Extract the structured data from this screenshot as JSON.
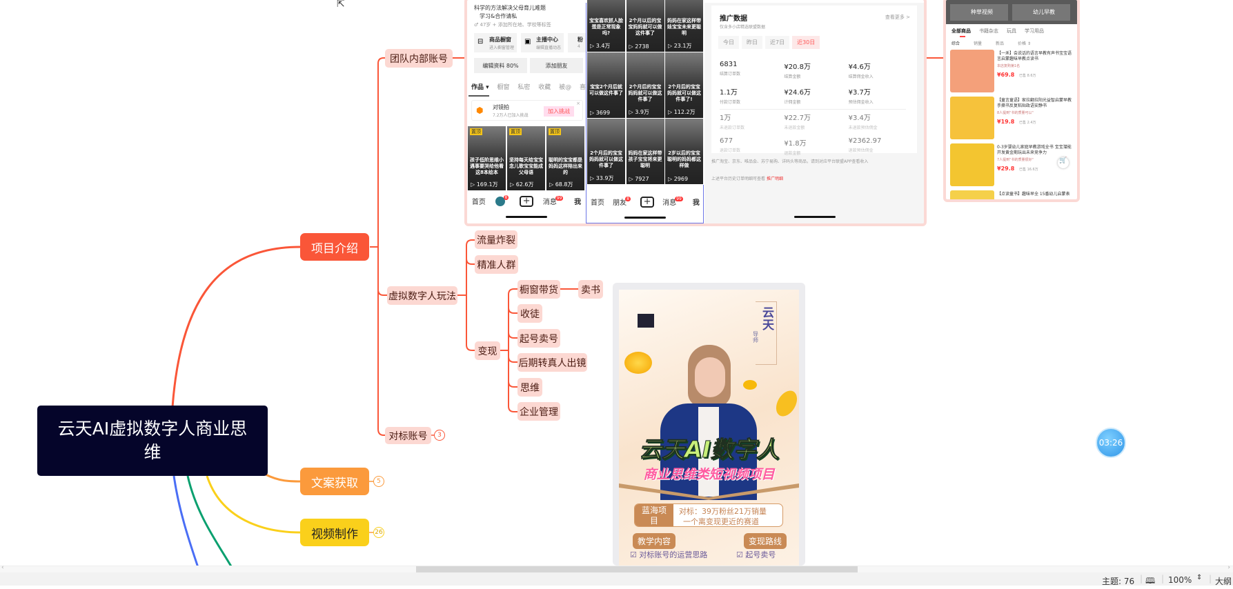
{
  "mindmap": {
    "root": "云天AI虚拟数字人商业思维",
    "main_topics": [
      {
        "label": "项目介绍",
        "color": "#fa5638"
      },
      {
        "label": "文案获取",
        "color": "#fb9a3c",
        "badge": "5"
      },
      {
        "label": "视频制作",
        "color": "#fad01b",
        "badge": "26"
      }
    ],
    "branch_colors": {
      "red": "#fa5638",
      "orange": "#fb9a3c",
      "yellow": "#fad01b",
      "green": "#0ba06f",
      "blue": "#4a6ef5"
    },
    "intro_children": [
      {
        "label": "团队内部账号"
      },
      {
        "label": "虚拟数字人玩法"
      },
      {
        "label": "对标账号",
        "badge": "3"
      }
    ],
    "play_children": [
      "流量炸裂",
      "精准人群",
      "变现"
    ],
    "monetize_children": [
      "橱窗带货",
      "收徒",
      "起号卖号",
      "后期转真人出镜",
      "思维",
      "企业管理"
    ],
    "showcase_child": "卖书"
  },
  "phone_left": {
    "bio1": "科学的方法解决父母育儿难题",
    "bio2": "学习&合作请私",
    "tags": "♂ 47岁  + 添加所在地、学校等标签",
    "cards": [
      {
        "title": "商品橱窗",
        "sub": "进入橱窗管理"
      },
      {
        "title": "主播中心",
        "sub": "编辑直播动态"
      },
      {
        "title": "粉",
        "sub": "4"
      }
    ],
    "edit_btn": "编辑资料 80%",
    "add_btn": "添加朋友",
    "tabs": [
      "作品 ▾",
      "橱窗",
      "私密",
      "收藏",
      "被@",
      "喜"
    ],
    "challenge": {
      "title": "对镜拍",
      "sub": "7.2万人已加入挑战",
      "btn": "加入挑战"
    },
    "pinned_label": "置顶",
    "videos": [
      {
        "caption": "孩子低阶思维小遇事要哭给他看这8本绘本",
        "count": "169.1万"
      },
      {
        "caption": "坚持每天给宝宝念儿歌宝宝能成父母语",
        "count": "62.6万"
      },
      {
        "caption": "聪明的宝宝都是妈妈这样陪出来的",
        "count": "68.8万"
      }
    ],
    "nav": {
      "home": "首页",
      "avatar_badge": "8",
      "plus": "+",
      "msg": "消息",
      "msg_badge": "99",
      "me": "我"
    }
  },
  "phone_mid": {
    "videos": [
      {
        "caption": "宝宝喜欢抓人脸蛋是正常现象吗?",
        "count": "3.4万"
      },
      {
        "caption": "2个月以后的宝宝妈妈就可以做这件事了",
        "count": "2738"
      },
      {
        "caption": "妈妈在家这样带娃宝宝未来更聪明",
        "count": "23.1万"
      },
      {
        "caption": "宝宝2个月后就可以做这件事了",
        "count": "3699"
      },
      {
        "caption": "2个月后的宝宝妈妈就可以做这件事了",
        "count": "3.9万"
      },
      {
        "caption": "2个月后的宝宝妈妈就可以做这件事了!",
        "count": "112.2万"
      },
      {
        "caption": "2个月后的宝宝妈妈就可以做这件事了",
        "count": "33.9万"
      },
      {
        "caption": "妈妈在家这样带孩子宝宝将来更聪明",
        "count": "7927"
      },
      {
        "caption": "2岁以后的宝宝聪明的妈妈都这样做",
        "count": "2969"
      }
    ],
    "nav": {
      "home": "首页",
      "friends": "朋友",
      "friends_badge": "8",
      "plus": "+",
      "msg": "消息",
      "msg_badge": "99",
      "me": "我"
    }
  },
  "promo": {
    "title": "推广数据",
    "more": "查看更多 >",
    "subtitle": "仅含多小店精选联盟数据",
    "ranges": [
      "今日",
      "昨日",
      "近7日",
      "近30日"
    ],
    "active_range": "近30日",
    "stats": [
      {
        "value": "6831",
        "label": "结算订单数"
      },
      {
        "value": "¥20.8万",
        "label": "结算金额"
      },
      {
        "value": "¥4.6万",
        "label": "结算佣金收入"
      },
      {
        "value": "1.1万",
        "label": "付款订单数"
      },
      {
        "value": "¥24.6万",
        "label": "计佣金额"
      },
      {
        "value": "¥3.7万",
        "label": "预估佣金收入"
      },
      {
        "value": "1万",
        "label": "未退款订单数"
      },
      {
        "value": "¥22.7万",
        "label": "未退款金额"
      },
      {
        "value": "¥3.4万",
        "label": "未退款预估佣金"
      },
      {
        "value": "677",
        "label": "退款订单数"
      },
      {
        "value": "¥1.8万",
        "label": "退款金额"
      },
      {
        "value": "¥2362.97",
        "label": "退款预估佣金"
      }
    ],
    "note": "推广淘宝、京东、唯品会、苏宁易购、详码头等商品，请到对应平台联盟APP查看收入",
    "note2": "上述平台历史订单明细可查看",
    "note_link": "推广明细"
  },
  "shop": {
    "top_cards": [
      "种草视频",
      "幼儿早教"
    ],
    "tabs": [
      "全部商品",
      "书籍杂志",
      "玩具",
      "学习用品"
    ],
    "sorts": [
      "综合",
      "销量",
      "新品",
      "价格 ⇕"
    ],
    "products": [
      {
        "title": "【一禾】会说话的语言早教有声书宝宝语言启蒙趣味早教点读书",
        "rank": "本店复购第1名",
        "price": "¥69.8",
        "sold": "已售 8.6万"
      },
      {
        "title": "【童言童语】家拉翻拉阳光益智启蒙早教手撕书反复粘贴政语安静书",
        "rank": "8人提到\"书的质量可以\"",
        "price": "¥19.8",
        "sold": "已售 2.4万"
      },
      {
        "title": "0-3岁婴幼儿家庭早教游戏全书 宝宝潜能开发黄金期玩出未来竞争力",
        "rank": "7人提到\"书的质量很好\"",
        "price": "¥29.8",
        "sold": "已售 16.6万"
      },
      {
        "title": "【点读童书】趣味早全 15番幼儿启蒙表",
        "rank": "",
        "price": "",
        "sold": ""
      }
    ]
  },
  "poster": {
    "teacher_name": "云天",
    "teacher_title": "导师",
    "headline": "云天AI数字人",
    "subheadline": "商业思维类短视频项目",
    "tag": "蓝海项目",
    "benchmark1": "对标：39万粉丝21万销量",
    "benchmark2": "一个离变现更近的赛道",
    "left_pill": "教学内容",
    "right_pill": "变现路线",
    "left_item": "对标账号的运营思路",
    "right_item": "起号卖号"
  },
  "timer": "03:26",
  "status_bar": {
    "topics": "主题: 76",
    "zoom": "100%",
    "outline": "大纲"
  }
}
